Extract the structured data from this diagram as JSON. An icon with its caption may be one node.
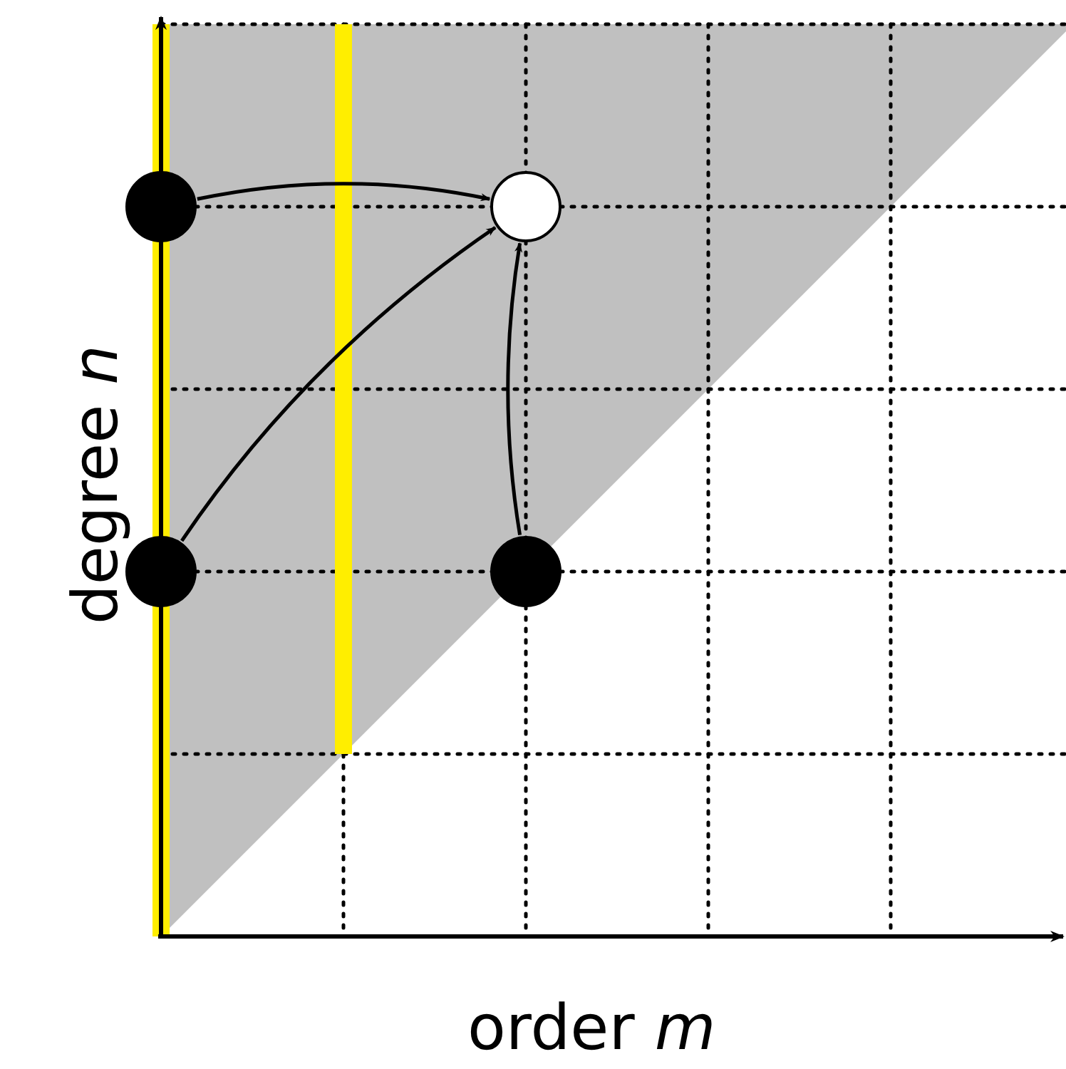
{
  "diagram": {
    "nodes": [
      {
        "text": [],
        "shape": "circle"
      },
      {
        "text": [],
        "shape": "circle"
      },
      {
        "text": [],
        "shape": "circle"
      },
      {
        "text": [],
        "shape": "circle"
      }
    ],
    "edges": [
      {
        "from": 0,
        "to": 1,
        "arrow": "to"
      },
      {
        "from": 2,
        "to": 1,
        "arrow": "to"
      },
      {
        "from": 3,
        "to": 1,
        "arrow": "to"
      }
    ],
    "labels": [
      "degree *n*",
      "order *m*"
    ]
  }
}
